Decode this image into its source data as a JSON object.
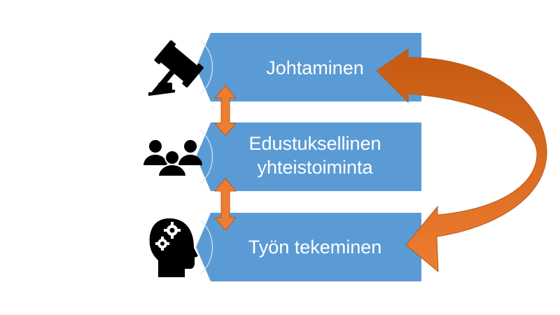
{
  "diagram": {
    "boxes": [
      {
        "label": "Johtaminen",
        "icon": "gavel-icon"
      },
      {
        "label_lines": [
          "Edustuksellinen",
          "yhteistoiminta"
        ],
        "icon": "people-group-icon"
      },
      {
        "label": "Työn tekeminen",
        "icon": "head-gears-icon"
      }
    ],
    "colors": {
      "box": "#5B9BD5",
      "box_arc": "#d6e6f5",
      "arrow": "#ED7D31",
      "arrow_dark": "#C55A11",
      "icon": "#000000"
    }
  }
}
